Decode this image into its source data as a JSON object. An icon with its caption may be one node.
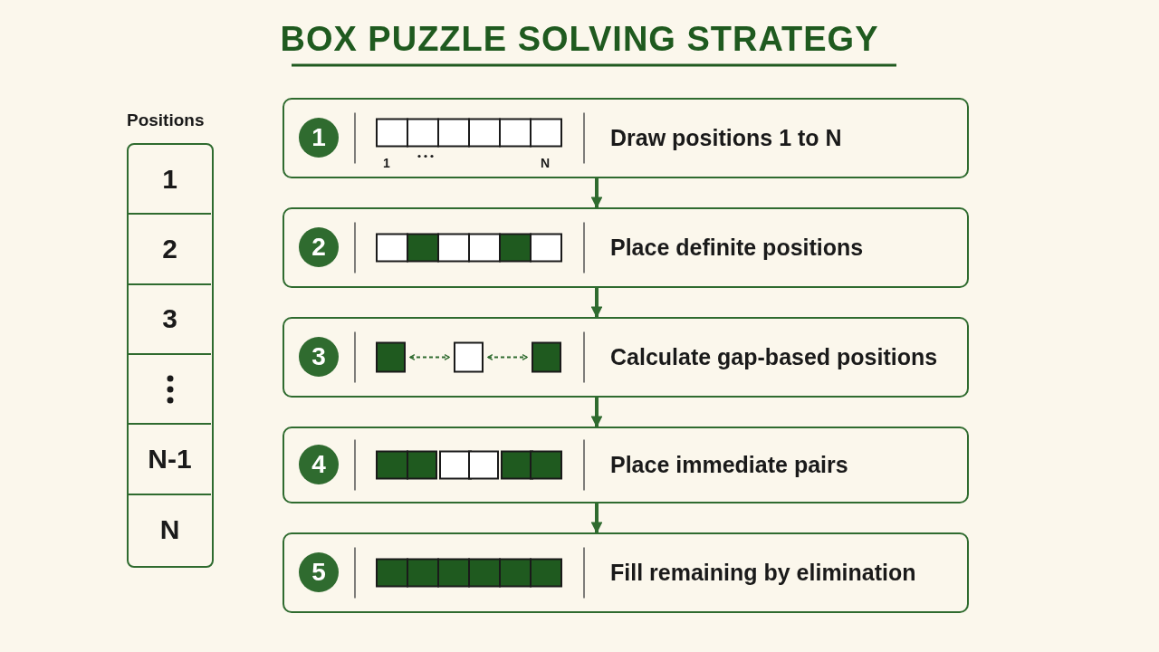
{
  "diagram": {
    "title": "BOX PUZZLE SOLVING STRATEGY",
    "nodes": [
      {
        "text": [
          "1",
          "Draw positions 1 to N"
        ]
      },
      {
        "text": [
          "2",
          "Place definite positions"
        ]
      },
      {
        "text": [
          "3",
          "Calculate gap-based positions"
        ]
      },
      {
        "text": [
          "4",
          "Place immediate pairs"
        ]
      },
      {
        "text": [
          "5",
          "Fill remaining by elimination"
        ]
      },
      {
        "text": [
          "Positions"
        ]
      },
      {
        "text": [
          "1"
        ],
        "in": 5
      },
      {
        "text": [
          "2"
        ],
        "in": 5
      },
      {
        "text": [
          "3"
        ],
        "in": 5
      },
      {
        "text": [],
        "shape": "box",
        "in": 5
      },
      {
        "text": [
          "N-1"
        ],
        "in": 5
      },
      {
        "text": [
          "N"
        ],
        "in": 5
      }
    ],
    "edges": [
      {
        "from": 0,
        "to": 1,
        "arrow": "to"
      },
      {
        "from": 1,
        "to": 2,
        "arrow": "to"
      },
      {
        "from": 2,
        "to": 3,
        "arrow": "to"
      },
      {
        "from": 3,
        "to": 4,
        "arrow": "to"
      }
    ],
    "labels": [
      "1",
      "N"
    ]
  }
}
